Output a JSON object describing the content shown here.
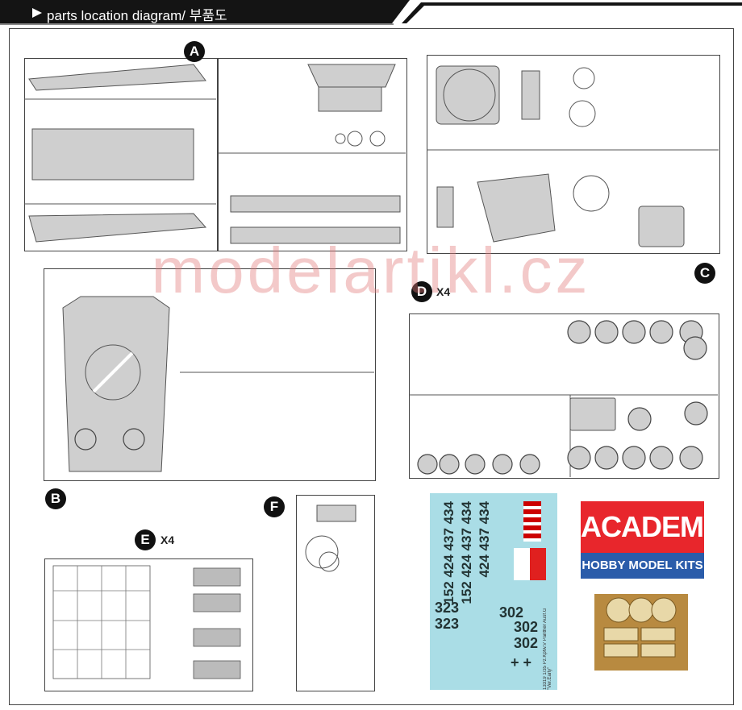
{
  "header": {
    "title": "parts location diagram/ 부품도"
  },
  "sprues": [
    {
      "letter": "A",
      "multiplier": ""
    },
    {
      "letter": "B",
      "multiplier": ""
    },
    {
      "letter": "C",
      "multiplier": ""
    },
    {
      "letter": "D",
      "multiplier": "X4"
    },
    {
      "letter": "E",
      "multiplier": "X4"
    },
    {
      "letter": "F",
      "multiplier": ""
    }
  ],
  "watermark": "modelartikl.cz",
  "decal": {
    "col_a": "152 424 437 434",
    "col_b": "152 424 437 434",
    "col_c": "424 437 434",
    "row_323a": "323",
    "row_323b": "323",
    "row_302": "302",
    "row_3022": "302",
    "row_302c": "302",
    "cross": "+ +",
    "side_text": "13319 1/35 Pz.Kpfw.V Panther Ausf.G \"Ver.Early\""
  },
  "brand": {
    "name": "ACADEMY",
    "tagline": "HOBBY MODEL KITS"
  },
  "colors": {
    "header_bg": "#141414",
    "decal_bg": "#aadde6",
    "brand_red": "#e8262c",
    "brand_blue": "#2a5caa",
    "etch": "#b88a40"
  }
}
